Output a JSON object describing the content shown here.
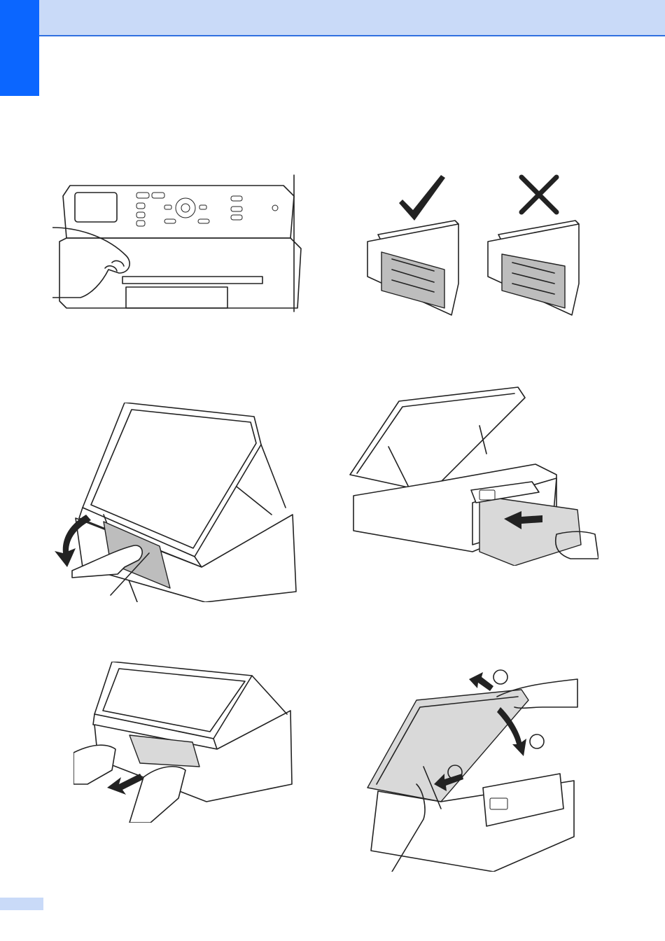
{
  "page": {
    "header_color": "#c9daf8",
    "accent_color": "#0b66ff"
  },
  "illustrations": [
    {
      "id": "control-panel-jam",
      "icon": "printer-control-panel-hand-pull"
    },
    {
      "id": "scanner-cover-correct-incorrect",
      "marks": [
        "check-mark-icon",
        "cross-mark-icon"
      ]
    },
    {
      "id": "open-scanner-cover-lever",
      "icon": "printer-open-cover-arrow"
    },
    {
      "id": "push-paper-tray",
      "icon": "printer-tray-push-arrow"
    },
    {
      "id": "pull-jammed-paper",
      "icon": "printer-pull-paper-arrow"
    },
    {
      "id": "close-scanner-cover",
      "icon": "printer-close-cover-steps"
    }
  ]
}
